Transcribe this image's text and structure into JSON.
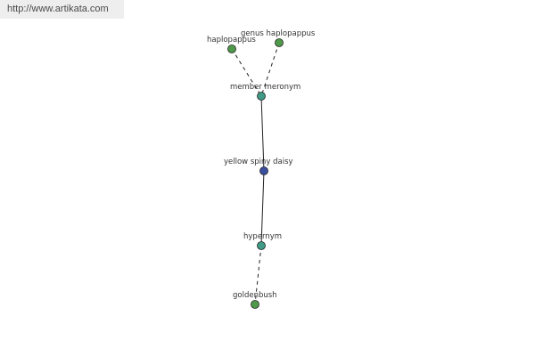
{
  "watermark": "http://www.artikata.com",
  "colors": {
    "leaf": "#4f9a4a",
    "relation": "#3f9a86",
    "center": "#3a4fa0",
    "edge": "#222222"
  },
  "nodes": [
    {
      "id": "haplopappus",
      "label": "haplopappus",
      "kind": "leaf"
    },
    {
      "id": "genus-haplopappus",
      "label": "genus haplopappus",
      "kind": "leaf"
    },
    {
      "id": "member-meronym",
      "label": "member meronym",
      "kind": "relation"
    },
    {
      "id": "yellow-spiny-daisy",
      "label": "yellow spiny daisy",
      "kind": "center"
    },
    {
      "id": "hypernym",
      "label": "hypernym",
      "kind": "relation"
    },
    {
      "id": "goldenbush",
      "label": "goldenbush",
      "kind": "leaf"
    }
  ],
  "edges": [
    {
      "from": "haplopappus",
      "to": "member-meronym",
      "style": "dashed"
    },
    {
      "from": "genus-haplopappus",
      "to": "member-meronym",
      "style": "dashed"
    },
    {
      "from": "member-meronym",
      "to": "yellow-spiny-daisy",
      "style": "solid"
    },
    {
      "from": "yellow-spiny-daisy",
      "to": "hypernym",
      "style": "solid"
    },
    {
      "from": "hypernym",
      "to": "goldenbush",
      "style": "dashed"
    }
  ]
}
